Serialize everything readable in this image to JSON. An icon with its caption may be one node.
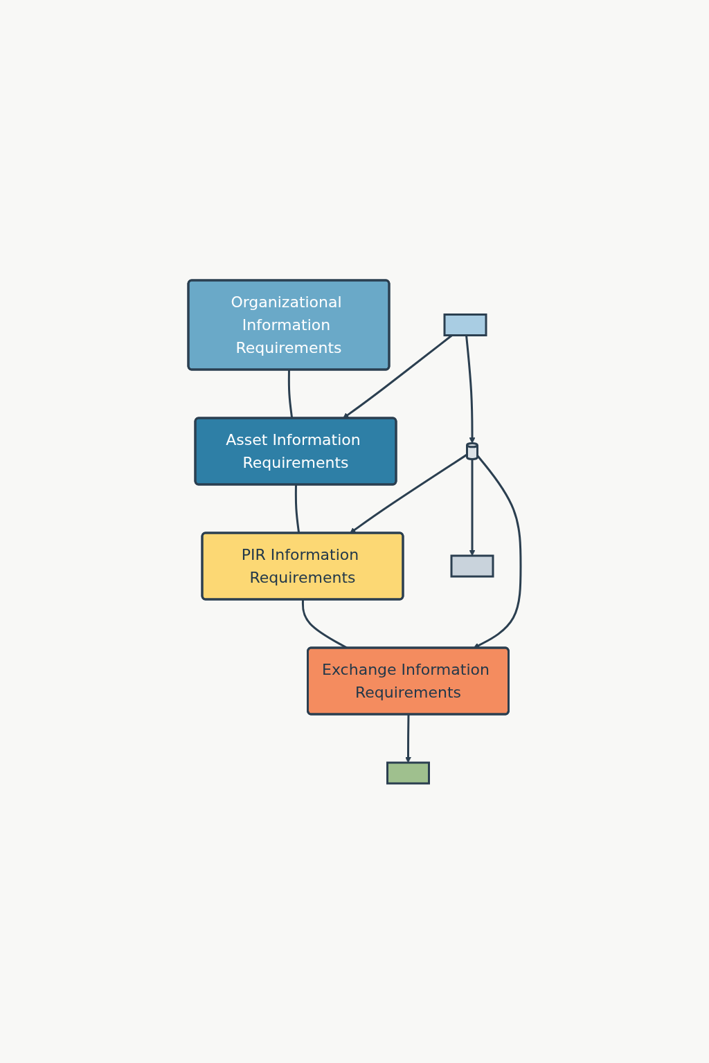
{
  "diagram": {
    "nodes": [
      {
        "text": [],
        "shape": "box"
      },
      {
        "text": [
          "Organizational Information Requirements"
        ]
      },
      {
        "text": [
          "Asset Information Requirements"
        ]
      },
      {
        "text": [],
        "shape": "cylinder"
      },
      {
        "text": [
          "PIR Information Requirements"
        ]
      },
      {
        "text": [
          "Exchange Information Requirements"
        ]
      },
      {
        "text": [],
        "shape": "box"
      },
      {
        "text": [],
        "shape": "box"
      }
    ],
    "edges": [
      {
        "from": 1,
        "to": 2,
        "arrow": "none"
      },
      {
        "from": 2,
        "to": 4,
        "arrow": "none"
      },
      {
        "from": 4,
        "to": 5,
        "arrow": "none"
      },
      {
        "from": 5,
        "to": 7,
        "arrow": "to"
      },
      {
        "from": 0,
        "to": 3,
        "arrow": "to"
      },
      {
        "from": 0,
        "to": 2,
        "arrow": "to"
      },
      {
        "from": 3,
        "to": 4,
        "arrow": "to"
      },
      {
        "from": 3,
        "to": 6,
        "arrow": "to"
      },
      {
        "from": 3,
        "to": 5,
        "arrow": "to"
      }
    ]
  }
}
